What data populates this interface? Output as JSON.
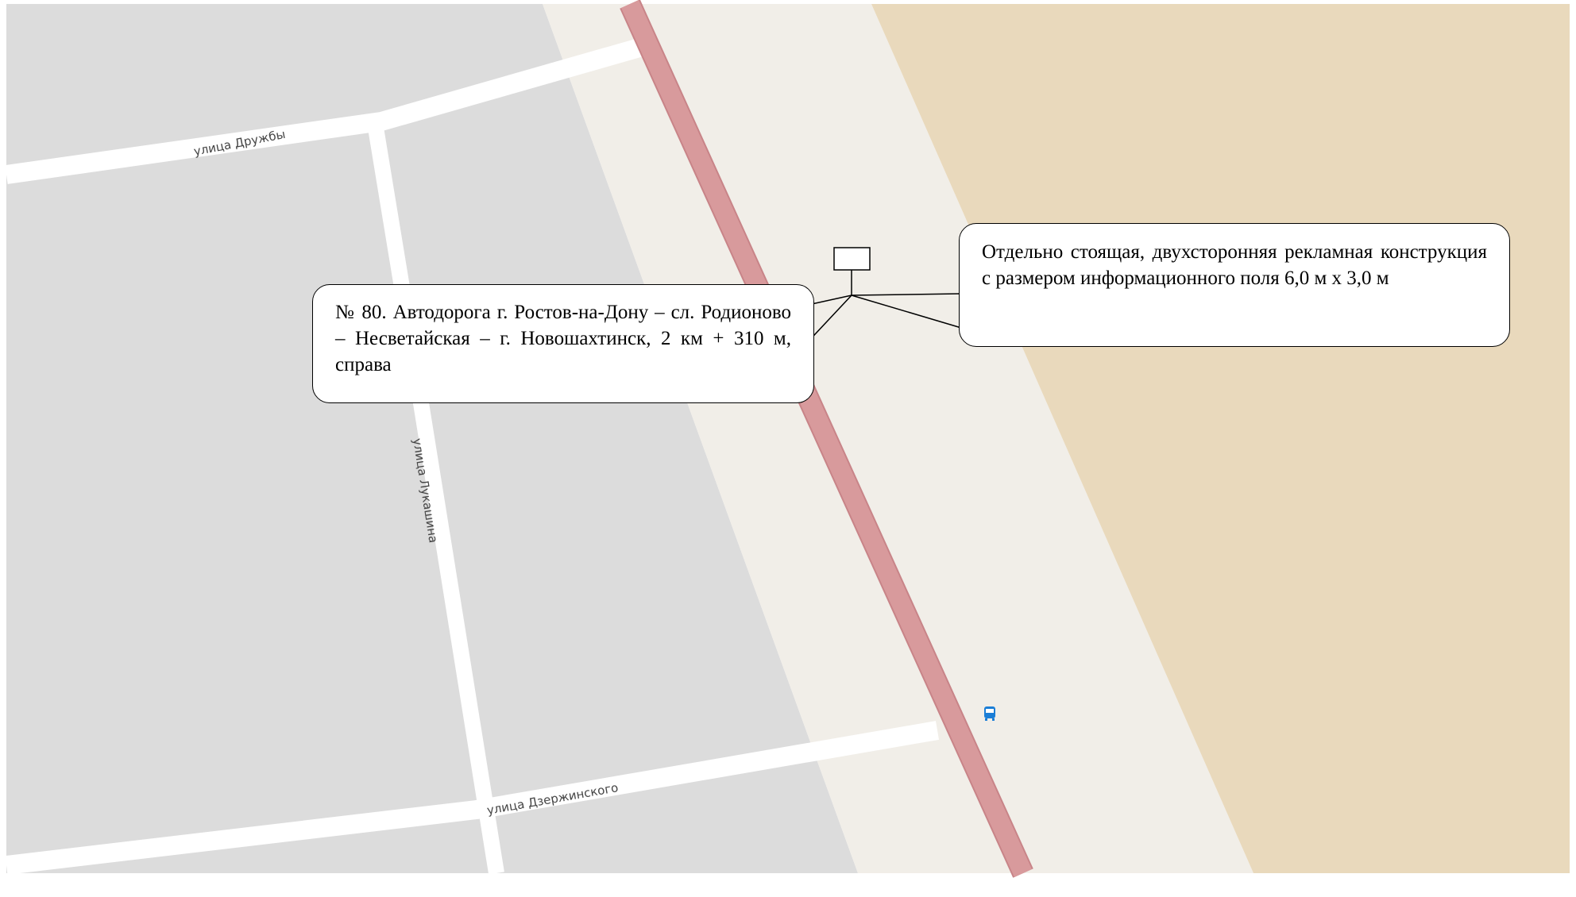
{
  "map": {
    "colors": {
      "blocks": "#dcdcdc",
      "background": "#f1eee8",
      "sand": "#e9d9bc",
      "streets": "#ffffff",
      "highway": "#d89a9c",
      "highway_edge": "#c88488",
      "bus_stop": "#1b7ed6"
    },
    "streets": {
      "druzhby": "улица Дружбы",
      "lukashina": "улица Лукашина",
      "dzerzhinskogo": "улица Дзержинского"
    },
    "marker": {
      "name": "advertising-structure-marker"
    },
    "callouts": {
      "location": "№ 80. Автодорога г. Ростов-на-Дону – сл. Родионово – Несветайская – г. Новошахтинск, 2 км + 310 м, справа",
      "description": "Отдельно стоящая, двухсторонняя рекламная конструкция с размером информационного поля 6,0 м х 3,0 м"
    },
    "icons": {
      "bus_stop": "bus-stop-icon"
    }
  }
}
